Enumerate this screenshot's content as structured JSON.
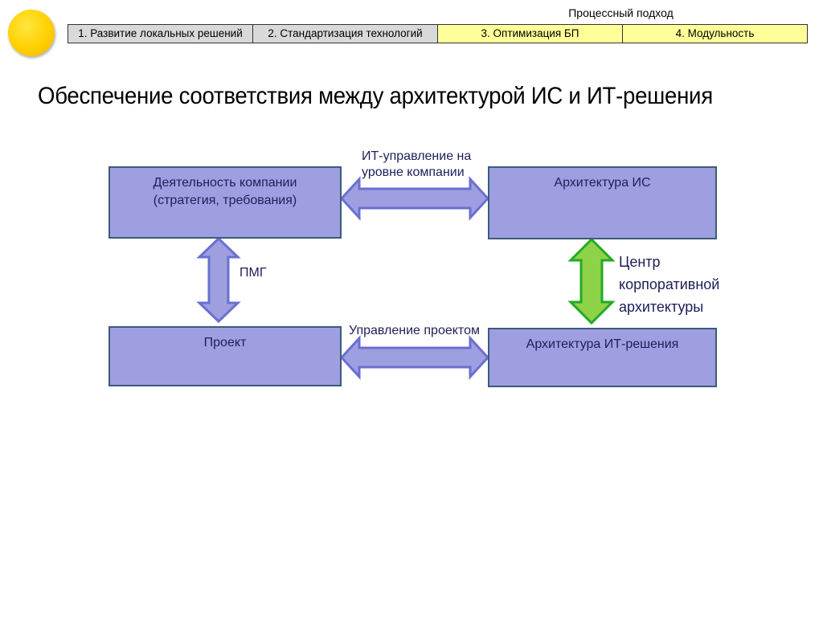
{
  "header": {
    "approach_label": "Процессный подход",
    "stages": [
      {
        "label": "1. Развитие локальных решений",
        "color": "#d9d9d9"
      },
      {
        "label": "2. Стандартизация технологий",
        "color": "#d9d9d9"
      },
      {
        "label": "3. Оптимизация БП",
        "color": "#ffff99"
      },
      {
        "label": "4. Модульность",
        "color": "#ffff99"
      }
    ]
  },
  "slide": {
    "title": "Обеспечение соответствия между архитектурой ИС и ИТ-решения"
  },
  "diagram": {
    "boxes": {
      "business": "Деятельность компании\n(стратегия, требования)",
      "is_architecture": "Архитектура ИС",
      "project": "Проект",
      "solution_architecture": "Архитектура ИТ-решения"
    },
    "arrows": {
      "it_governance": "ИТ-управление на уровне компании",
      "pmg": "ПМГ",
      "project_management": "Управление проектом",
      "enterprise_architecture_center": "Центр корпоративной архитектуры"
    },
    "colors": {
      "box_fill": "#9e9fe0",
      "box_border": "#3b5b7a",
      "arrow_fill": "#9e9fe0",
      "arrow_stroke": "#6a6fd0",
      "green_arrow_fill": "#8ed24a",
      "green_arrow_stroke": "#22aa22"
    }
  }
}
